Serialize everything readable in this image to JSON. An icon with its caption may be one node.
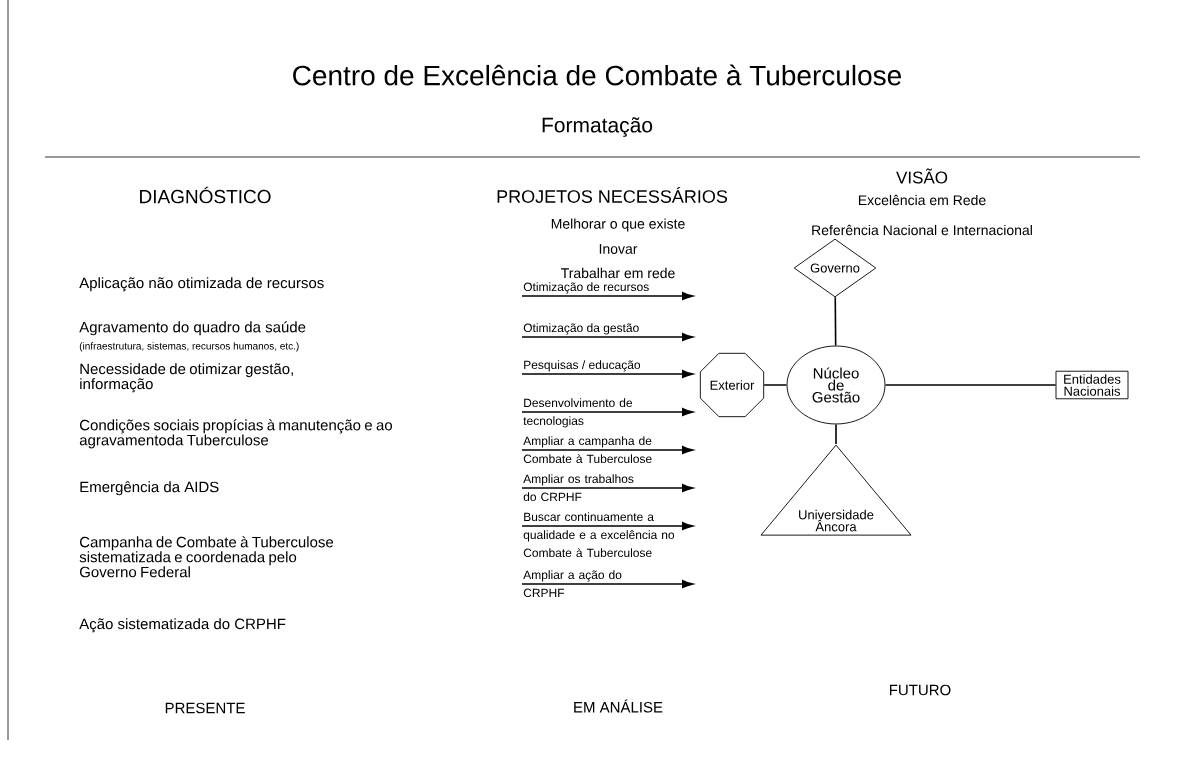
{
  "diagram": {
    "title": "Centro de Excelência de Combate à Tuberculose",
    "nodes": [
      {
        "text": [
          "Governo"
        ]
      },
      {
        "text": [
          "Exterior"
        ]
      },
      {
        "text": [
          "Núcleo de Gestão"
        ]
      },
      {
        "text": [
          "Entidades Nacionais"
        ]
      },
      {
        "text": [
          "Universidade Âncora"
        ]
      }
    ],
    "edges": [
      {
        "from": 2,
        "to": 0,
        "arrow": "none"
      },
      {
        "from": 1,
        "to": 2,
        "arrow": "none"
      },
      {
        "from": 2,
        "to": 3,
        "arrow": "none"
      },
      {
        "from": 2,
        "to": 4,
        "arrow": "none"
      }
    ],
    "labels": [
      "Formatação",
      "DIAGNÓSTICO",
      "PROJETOS NECESSÁRIOS",
      "Melhorar o que existe",
      "Inovar",
      "Trabalhar em rede",
      "VISÃO",
      "Excelência em Rede",
      "Referência Nacional e Internacional",
      "Aplicação não otimizada de recursos",
      "Otimização de recursos",
      "Agravamento do quadro da saúde",
      "(infraestrutura, sistemas, recursos humanos, etc.)",
      "Otimização da gestão",
      "Necessidade de otimizar gestão, informação",
      "Pesquisas / educação",
      "Desenvolvimento de tecnologias",
      "Condições sociais propícias à manutenção e ao agravamentoda Tuberculose",
      "Ampliar a campanha de Combate à Tuberculose",
      "Emergência da AIDS",
      "Ampliar os trabalhos do CRPHF",
      "Campanha de Combate à Tuberculose sistematizada e coordenada pelo Governo Federal",
      "Buscar continuamente a qualidade e a excelência no Combate à Tuberculose",
      "Ação sistematizada do CRPHF",
      "Ampliar a ação do CRPHF",
      "FUTURO",
      "PRESENTE",
      "EM ANÁLISE"
    ]
  }
}
